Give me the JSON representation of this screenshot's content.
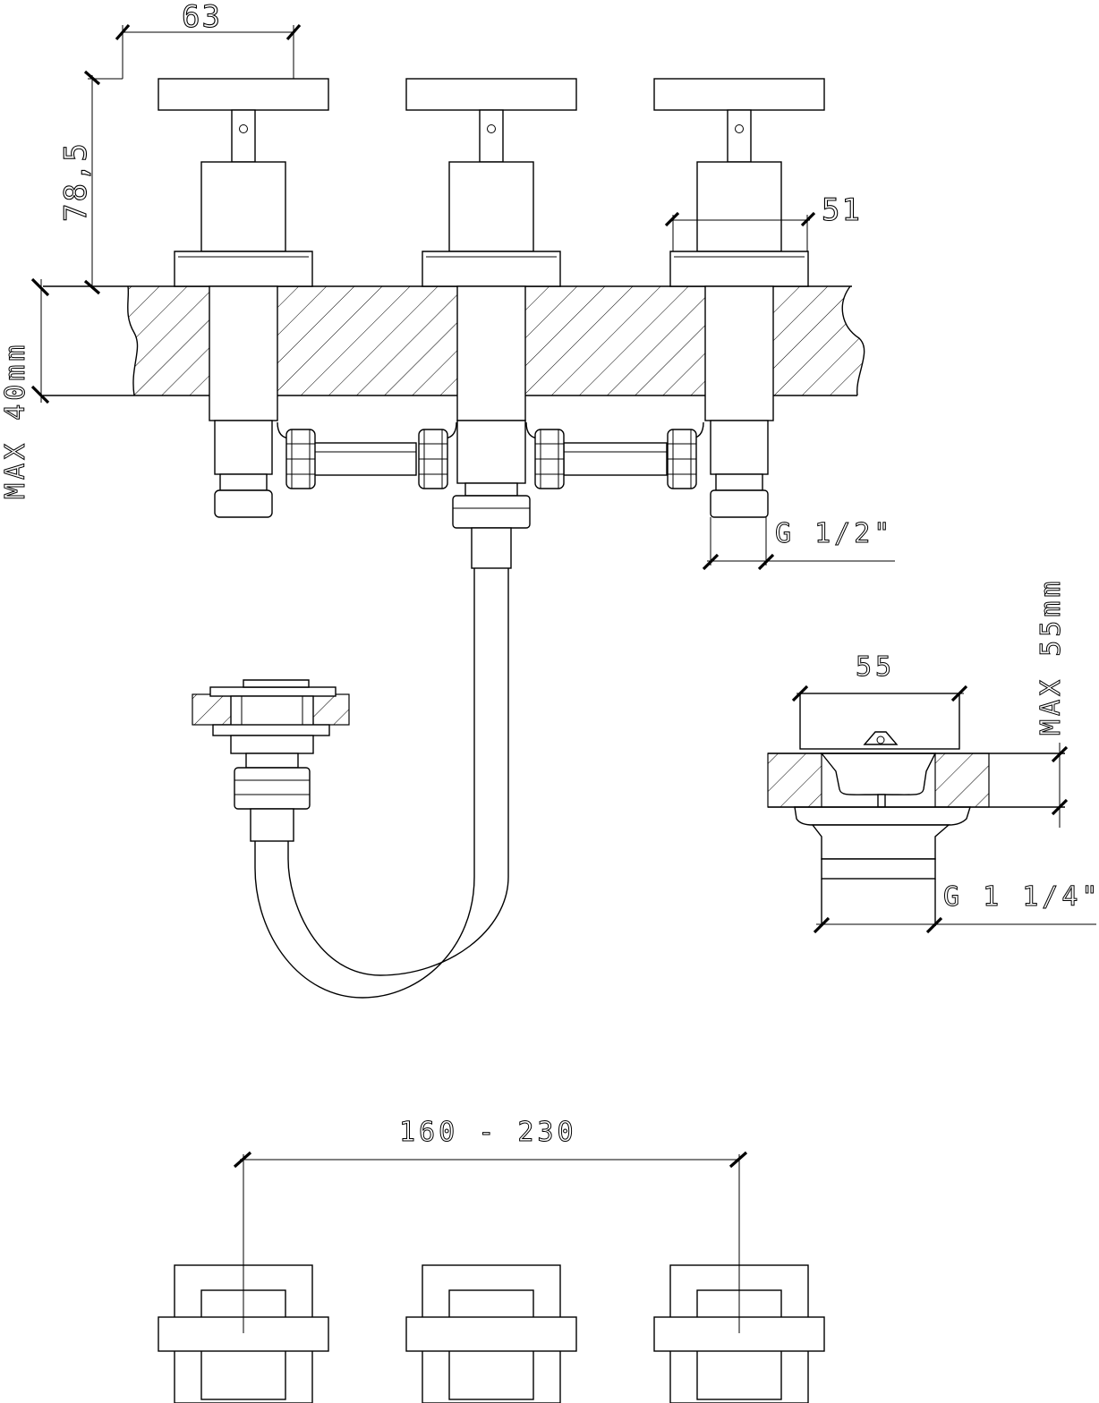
{
  "drawing": {
    "dims": {
      "handle_width": "63",
      "handle_height": "78,5",
      "base_width": "51",
      "max_deck": "MAX  40mm",
      "thread_valve": "G 1/2\"",
      "waste_width": "55",
      "max_waste_deck": "MAX  55mm",
      "thread_waste": "G 1 1/4\"",
      "spread": "160 - 230"
    }
  }
}
